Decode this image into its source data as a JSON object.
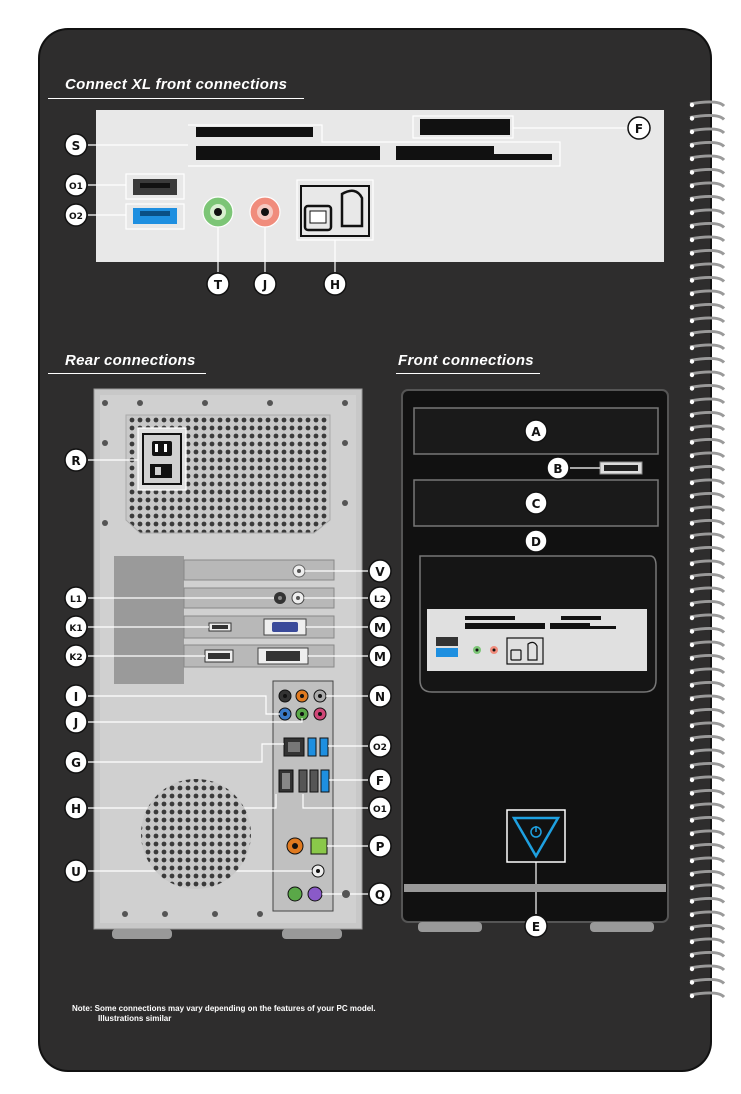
{
  "sections": {
    "xl_front": "Connect XL front connections",
    "rear": "Rear connections",
    "front": "Front connections"
  },
  "note": {
    "line1": "Note: Some connections may vary depending on the features of your PC model.",
    "line2": "Illustrations similar"
  },
  "labels": {
    "S": "S",
    "O1": "O1",
    "O2": "O2",
    "T": "T",
    "J": "J",
    "H": "H",
    "F": "F",
    "R": "R",
    "V": "V",
    "L1": "L1",
    "L2": "L2",
    "K1": "K1",
    "K2": "K2",
    "M": "M",
    "I": "I",
    "N": "N",
    "G": "G",
    "U": "U",
    "P": "P",
    "Q": "Q",
    "A": "A",
    "B": "B",
    "C": "C",
    "D": "D",
    "E": "E"
  },
  "colors": {
    "board": "#2e2d2d",
    "case_gray": "#c8c8c8",
    "usb3_blue": "#1e8fe0",
    "audio_green": "#7cc576",
    "audio_pink": "#f08c7c",
    "power_blue": "#1ea0e0"
  }
}
